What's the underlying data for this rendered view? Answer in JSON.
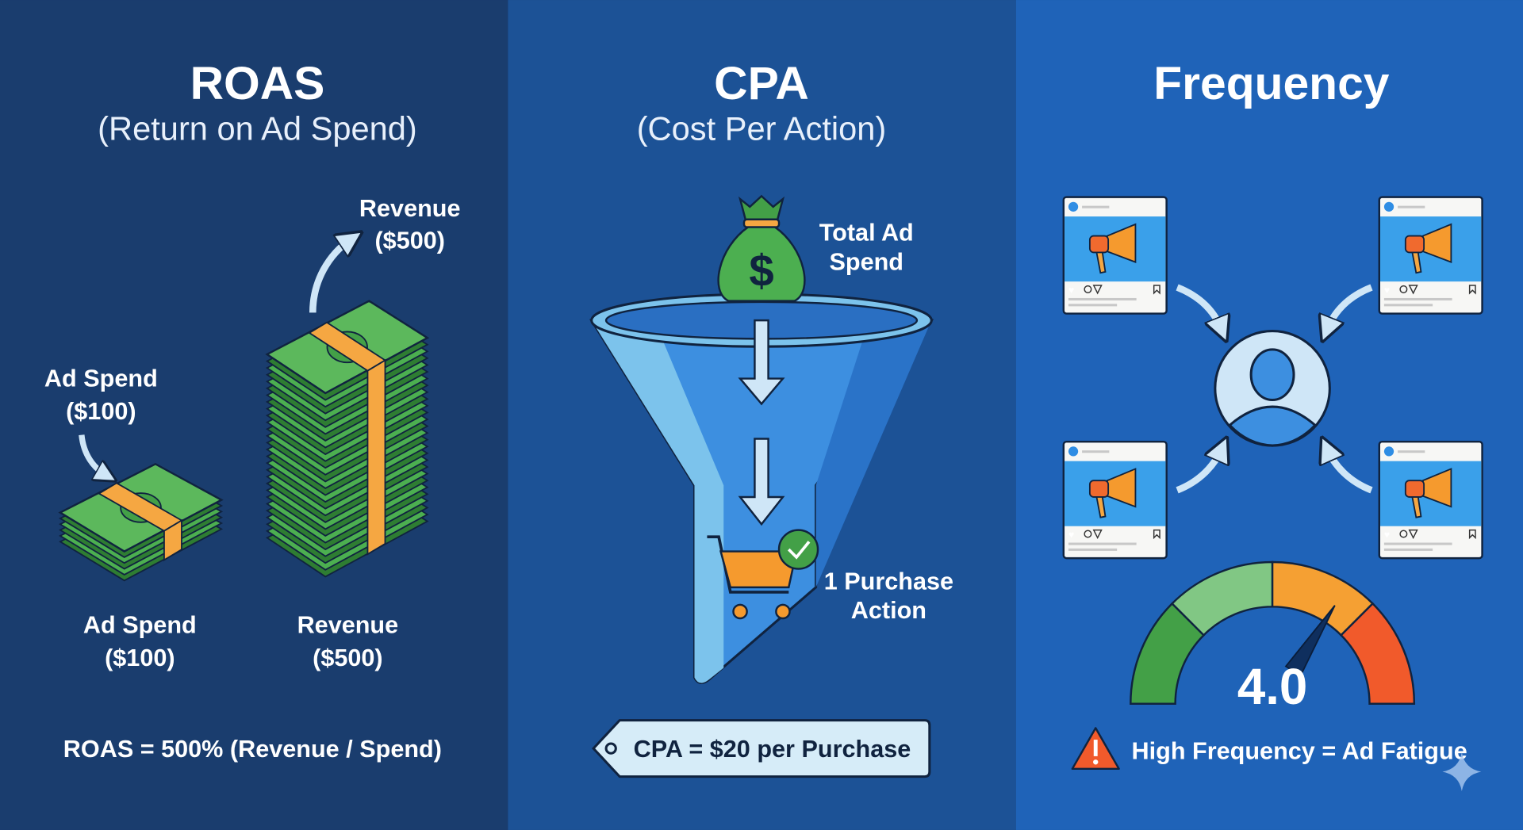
{
  "roas": {
    "title": "ROAS",
    "subtitle": "(Return on Ad Spend)",
    "revenue_callout": [
      "Revenue",
      "($500)"
    ],
    "spend_callout": [
      "Ad Spend",
      "($100)"
    ],
    "spend_label": [
      "Ad Spend",
      "($100)"
    ],
    "revenue_label": [
      "Revenue",
      "($500)"
    ],
    "formula": "ROAS = 500% (Revenue / Spend)"
  },
  "cpa": {
    "title": "CPA",
    "subtitle": "(Cost Per Action)",
    "bag_symbol": "$",
    "spend_label": [
      "Total Ad",
      "Spend"
    ],
    "action_label": [
      "1 Purchase",
      "Action"
    ],
    "result_tag": "CPA = $20 per Purchase"
  },
  "frequency": {
    "title": "Frequency",
    "gauge_value": "4.0",
    "gauge_fraction": 0.68,
    "warning": "High Frequency = Ad Fatigue"
  },
  "colors": {
    "panel_left": "#1a3d6e",
    "panel_mid": "#1c5296",
    "panel_right": "#1f63b8",
    "money_green": "#43a047",
    "band_orange": "#f5a742",
    "gauge_green_dark": "#43a047",
    "gauge_green_light": "#81c784",
    "gauge_orange": "#f5a033",
    "gauge_red": "#f15a2b"
  }
}
